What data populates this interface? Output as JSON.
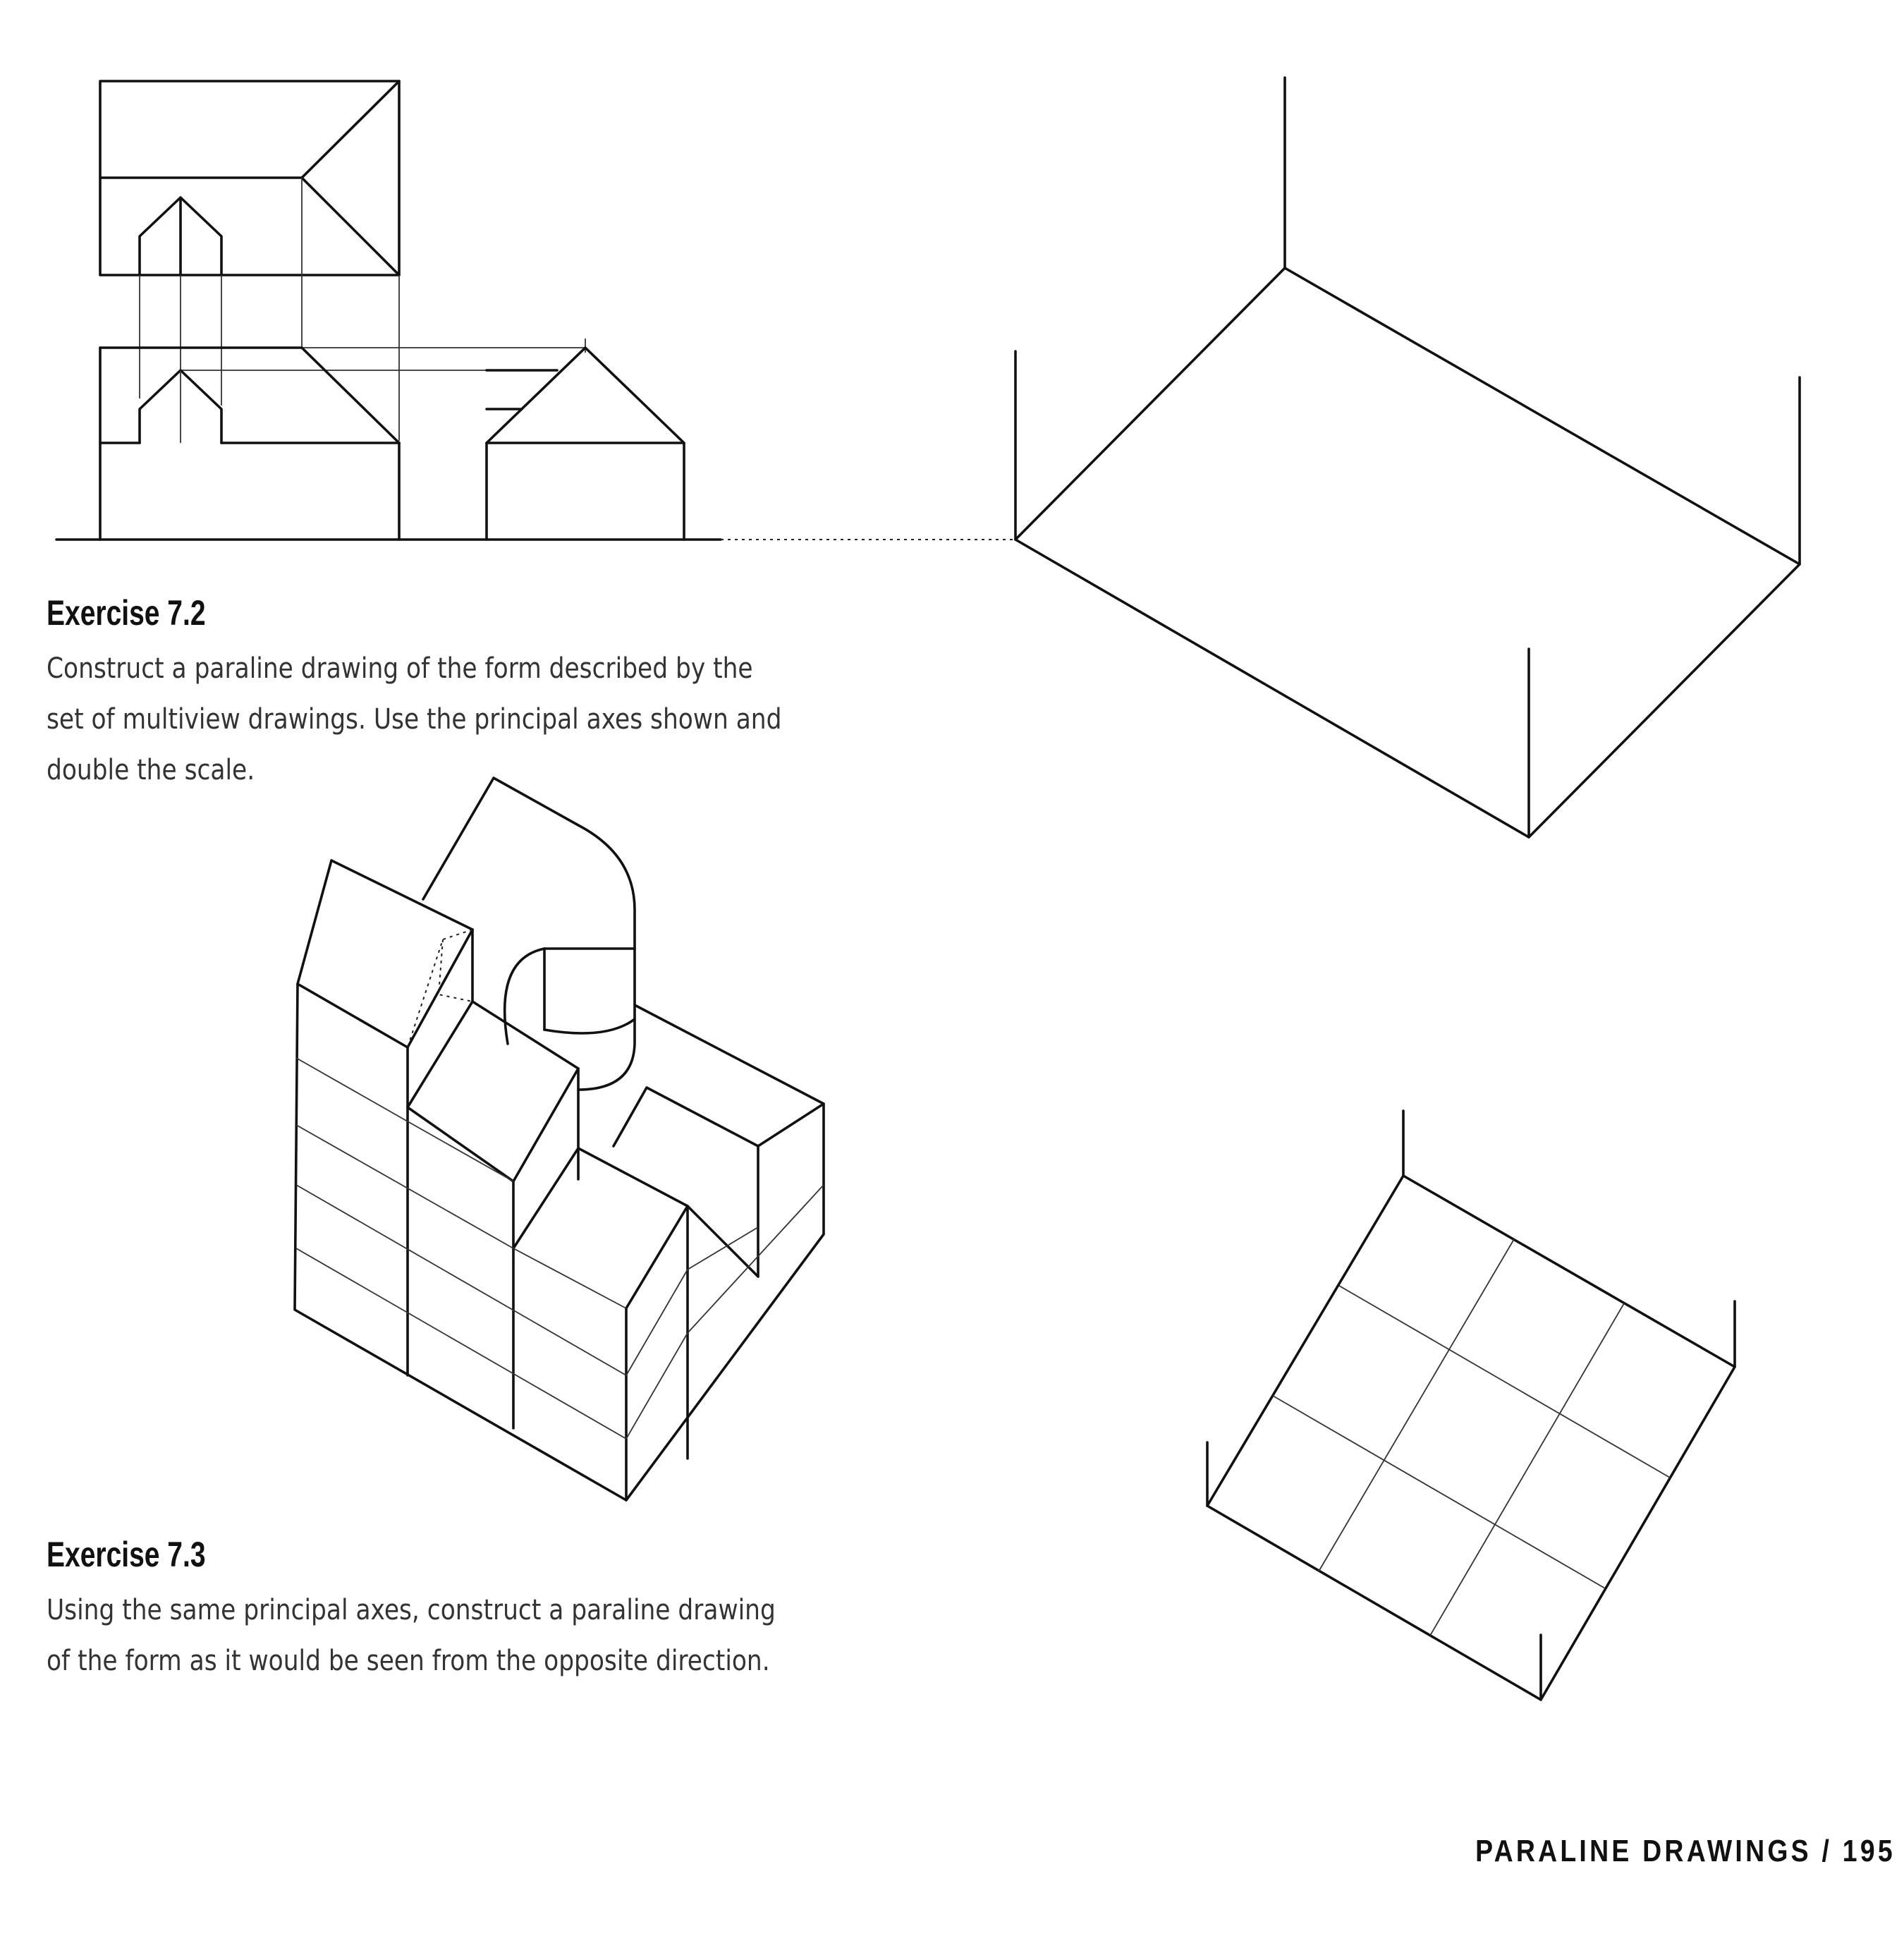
{
  "exercises": [
    {
      "title": "Exercise 7.2",
      "lines": [
        "Construct a paraline drawing of the form described by the",
        "set of multiview drawings. Use the principal axes shown and",
        "double the scale."
      ]
    },
    {
      "title": "Exercise 7.3",
      "lines": [
        "Using the same principal axes, construct a paraline drawing",
        "of the form as it would be seen from the opposite direction."
      ]
    }
  ],
  "footer": {
    "running_head": "PARALINE DRAWINGS / 195"
  }
}
